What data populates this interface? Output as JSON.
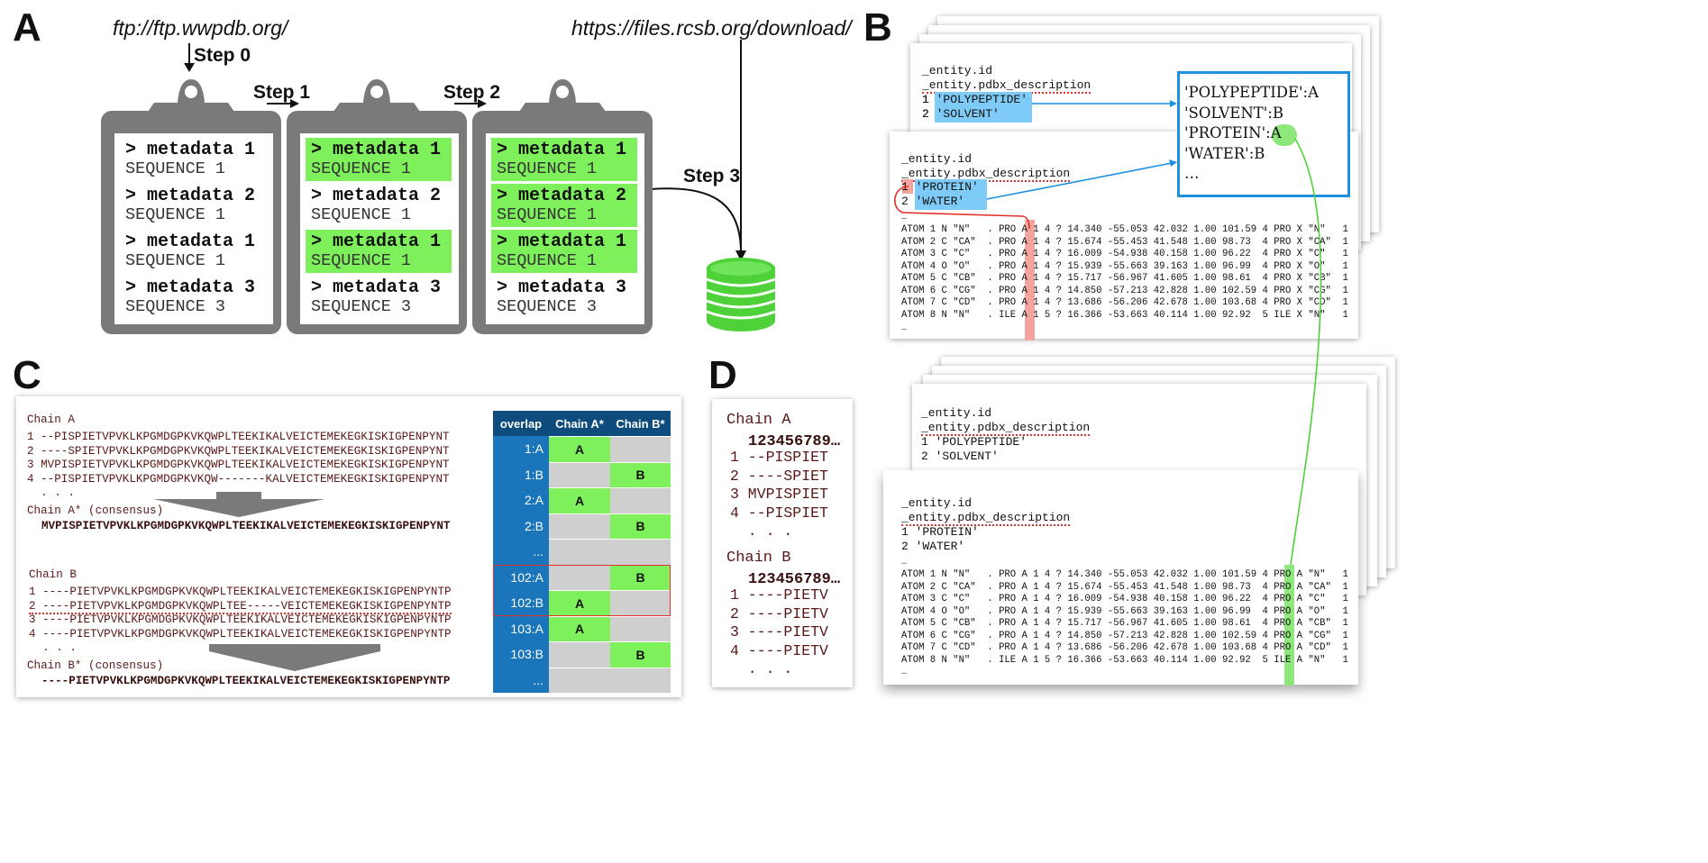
{
  "panels": {
    "A": "A",
    "B": "B",
    "C": "C",
    "D": "D"
  },
  "panelA": {
    "url_left": "ftp://ftp.wwpdb.org/",
    "url_right": "https://files.rcsb.org/download/",
    "steps": [
      "Step 0",
      "Step 1",
      "Step 2",
      "Step 3"
    ],
    "clipboards": [
      {
        "rows": [
          {
            "meta": "> metadata 1",
            "seq": "SEQUENCE 1",
            "highlight": false
          },
          {
            "meta": "> metadata 2",
            "seq": "SEQUENCE 1",
            "highlight": false
          },
          {
            "meta": "> metadata 1",
            "seq": "SEQUENCE 1",
            "highlight": false
          },
          {
            "meta": "> metadata 3",
            "seq": "SEQUENCE 3",
            "highlight": false
          }
        ]
      },
      {
        "rows": [
          {
            "meta": "> metadata 1",
            "seq": "SEQUENCE 1",
            "highlight": true
          },
          {
            "meta": "> metadata 2",
            "seq": "SEQUENCE 1",
            "highlight": false
          },
          {
            "meta": "> metadata 1",
            "seq": "SEQUENCE 1",
            "highlight": true
          },
          {
            "meta": "> metadata 3",
            "seq": "SEQUENCE 3",
            "highlight": false
          }
        ]
      },
      {
        "rows": [
          {
            "meta": "> metadata 1",
            "seq": "SEQUENCE 1",
            "highlight": true
          },
          {
            "meta": "> metadata 2",
            "seq": "SEQUENCE 1",
            "highlight": true
          },
          {
            "meta": "> metadata 1",
            "seq": "SEQUENCE 1",
            "highlight": true
          },
          {
            "meta": "> metadata 3",
            "seq": "SEQUENCE 3",
            "highlight": false
          }
        ]
      }
    ]
  },
  "panelB": {
    "entity_id": "_entity.id",
    "entity_desc": "_entity.pdbx_description",
    "top_back": [
      "1 'POLYPEPTIDE'",
      "2 'SOLVENT'"
    ],
    "top_front": [
      "1 'PROTEIN'",
      "2 'WATER'"
    ],
    "ellipsis": "…",
    "map_box": [
      "'POLYPEPTIDE':A",
      "'SOLVENT':B",
      "'PROTEIN':A",
      "'WATER':B",
      "…"
    ],
    "atoms_top": [
      "ATOM 1 N \"N\"   . PRO A 1 4 ? 14.340 -55.053 42.032 1.00 101.59 4 PRO X \"N\"   1",
      "ATOM 2 C \"CA\"  . PRO A 1 4 ? 15.674 -55.453 41.548 1.00 98.73  4 PRO X \"CA\"  1",
      "ATOM 3 C \"C\"   . PRO A 1 4 ? 16.009 -54.938 40.158 1.00 96.22  4 PRO X \"C\"   1",
      "ATOM 4 O \"O\"   . PRO A 1 4 ? 15.939 -55.663 39.163 1.00 96.99  4 PRO X \"O\"   1",
      "ATOM 5 C \"CB\"  . PRO A 1 4 ? 15.717 -56.967 41.605 1.00 98.61  4 PRO X \"CB\"  1",
      "ATOM 6 C \"CG\"  . PRO A 1 4 ? 14.850 -57.213 42.828 1.00 102.59 4 PRO X \"CG\"  1",
      "ATOM 7 C \"CD\"  . PRO A 1 4 ? 13.686 -56.206 42.678 1.00 103.68 4 PRO X \"CD\"  1",
      "ATOM 8 N \"N\"   . ILE A 1 5 ? 16.366 -53.663 40.114 1.00 92.92  5 ILE X \"N\"   1"
    ],
    "bottom_back": [
      "1 'POLYPEPTIDE'",
      "2 'SOLVENT'"
    ],
    "bottom_front": [
      "1 'PROTEIN'",
      "2 'WATER'"
    ],
    "atoms_bottom": [
      "ATOM 1 N \"N\"   . PRO A 1 4 ? 14.340 -55.053 42.032 1.00 101.59 4 PRO A \"N\"   1",
      "ATOM 2 C \"CA\"  . PRO A 1 4 ? 15.674 -55.453 41.548 1.00 98.73  4 PRO A \"CA\"  1",
      "ATOM 3 C \"C\"   . PRO A 1 4 ? 16.009 -54.938 40.158 1.00 96.22  4 PRO A \"C\"   1",
      "ATOM 4 O \"O\"   . PRO A 1 4 ? 15.939 -55.663 39.163 1.00 96.99  4 PRO A \"O\"   1",
      "ATOM 5 C \"CB\"  . PRO A 1 4 ? 15.717 -56.967 41.605 1.00 98.61  4 PRO A \"CB\"  1",
      "ATOM 6 C \"CG\"  . PRO A 1 4 ? 14.850 -57.213 42.828 1.00 102.59 4 PRO A \"CG\"  1",
      "ATOM 7 C \"CD\"  . PRO A 1 4 ? 13.686 -56.206 42.678 1.00 103.68 4 PRO A \"CD\"  1",
      "ATOM 8 N \"N\"   . ILE A 1 5 ? 16.366 -53.663 40.114 1.00 92.92  5 ILE A \"N\"   1"
    ]
  },
  "panelC": {
    "chainA_title": "Chain A",
    "chainA_lines": [
      "1 --PISPIETVPVKLKPGMDGPKVKQWPLTEEKIKALVEICTEMEKEGKISKIGPENPYNT",
      "2 ----SPIETVPVKLKPGMDGPKVKQWPLTEEKIKALVEICTEMEKEGKISKIGPENPYNT",
      "3 MVPISPIETVPVKLKPGMDGPKVKQWPLTEEKIKALVEICTEMEKEGKISKIGPENPYNT",
      "4 --PISPIETVPVKLKPGMDGPKVKQW-------KALVEICTEMEKEGKISKIGPENPYNT",
      "  . . ."
    ],
    "chainA_consensus_label": "Chain A* (consensus)",
    "chainA_consensus": "MVPISPIETVPVKLKPGMDGPKVKQWPLTEEKIKALVEICTEMEKEGKISKIGPENPYNT",
    "chainB_title": "Chain B",
    "chainB_lines": [
      "1 ----PIETVPVKLKPGMDGPKVKQWPLTEEKIKALVEICTEMEKEGKISKIGPENPYNTP",
      "2 ----PIETVPVKLKPGMDGPKVKQWPLTEE-----VEICTEMEKEGKISKIGPENPYNTP",
      "3 ----PIETVPVKLKPGMDGPKVKQWPLTEEKIKALVEICTEMEKEGKISKIGPENPYNTP",
      "4 ----PIETVPVKLKPGMDGPKVKQWPLTEEKIKALVEICTEMEKEGKISKIGPENPYNTP",
      "  . . ."
    ],
    "chainB_consensus_label": "Chain B* (consensus)",
    "chainB_consensus": "----PIETVPVKLKPGMDGPKVKQWPLTEEKIKALVEICTEMEKEGKISKIGPENPYNTP",
    "table": {
      "headers": [
        "overlap",
        "Chain A*",
        "Chain B*"
      ],
      "rows": [
        {
          "overlap": "1:A",
          "a": "A",
          "b": ""
        },
        {
          "overlap": "1:B",
          "a": "",
          "b": "B"
        },
        {
          "overlap": "2:A",
          "a": "A",
          "b": ""
        },
        {
          "overlap": "2:B",
          "a": "",
          "b": "B"
        },
        {
          "overlap": "...",
          "a": "",
          "b": ""
        },
        {
          "overlap": "102:A",
          "a": "",
          "b": "B"
        },
        {
          "overlap": "102:B",
          "a": "A",
          "b": ""
        },
        {
          "overlap": "103:A",
          "a": "A",
          "b": ""
        },
        {
          "overlap": "103:B",
          "a": "",
          "b": "B"
        },
        {
          "overlap": "...",
          "a": "",
          "b": ""
        }
      ]
    }
  },
  "panelD": {
    "chainA_title": "Chain A",
    "ruler": "123456789…",
    "chainA_lines": [
      "1 --PISPIET",
      "2 ----SPIET",
      "3 MVPISPIET",
      "4 --PISPIET",
      "  . . ."
    ],
    "chainB_title": "Chain B",
    "chainB_lines": [
      "1 ----PIETV",
      "2 ----PIETV",
      "3 ----PIETV",
      "4 ----PIETV",
      "  . . ."
    ]
  },
  "colors": {
    "green": "#7df05b",
    "blue_box": "#1e90e0",
    "table_blue": "#1a75bb",
    "table_gray": "#cfcfcf",
    "red": "#e0312a"
  }
}
